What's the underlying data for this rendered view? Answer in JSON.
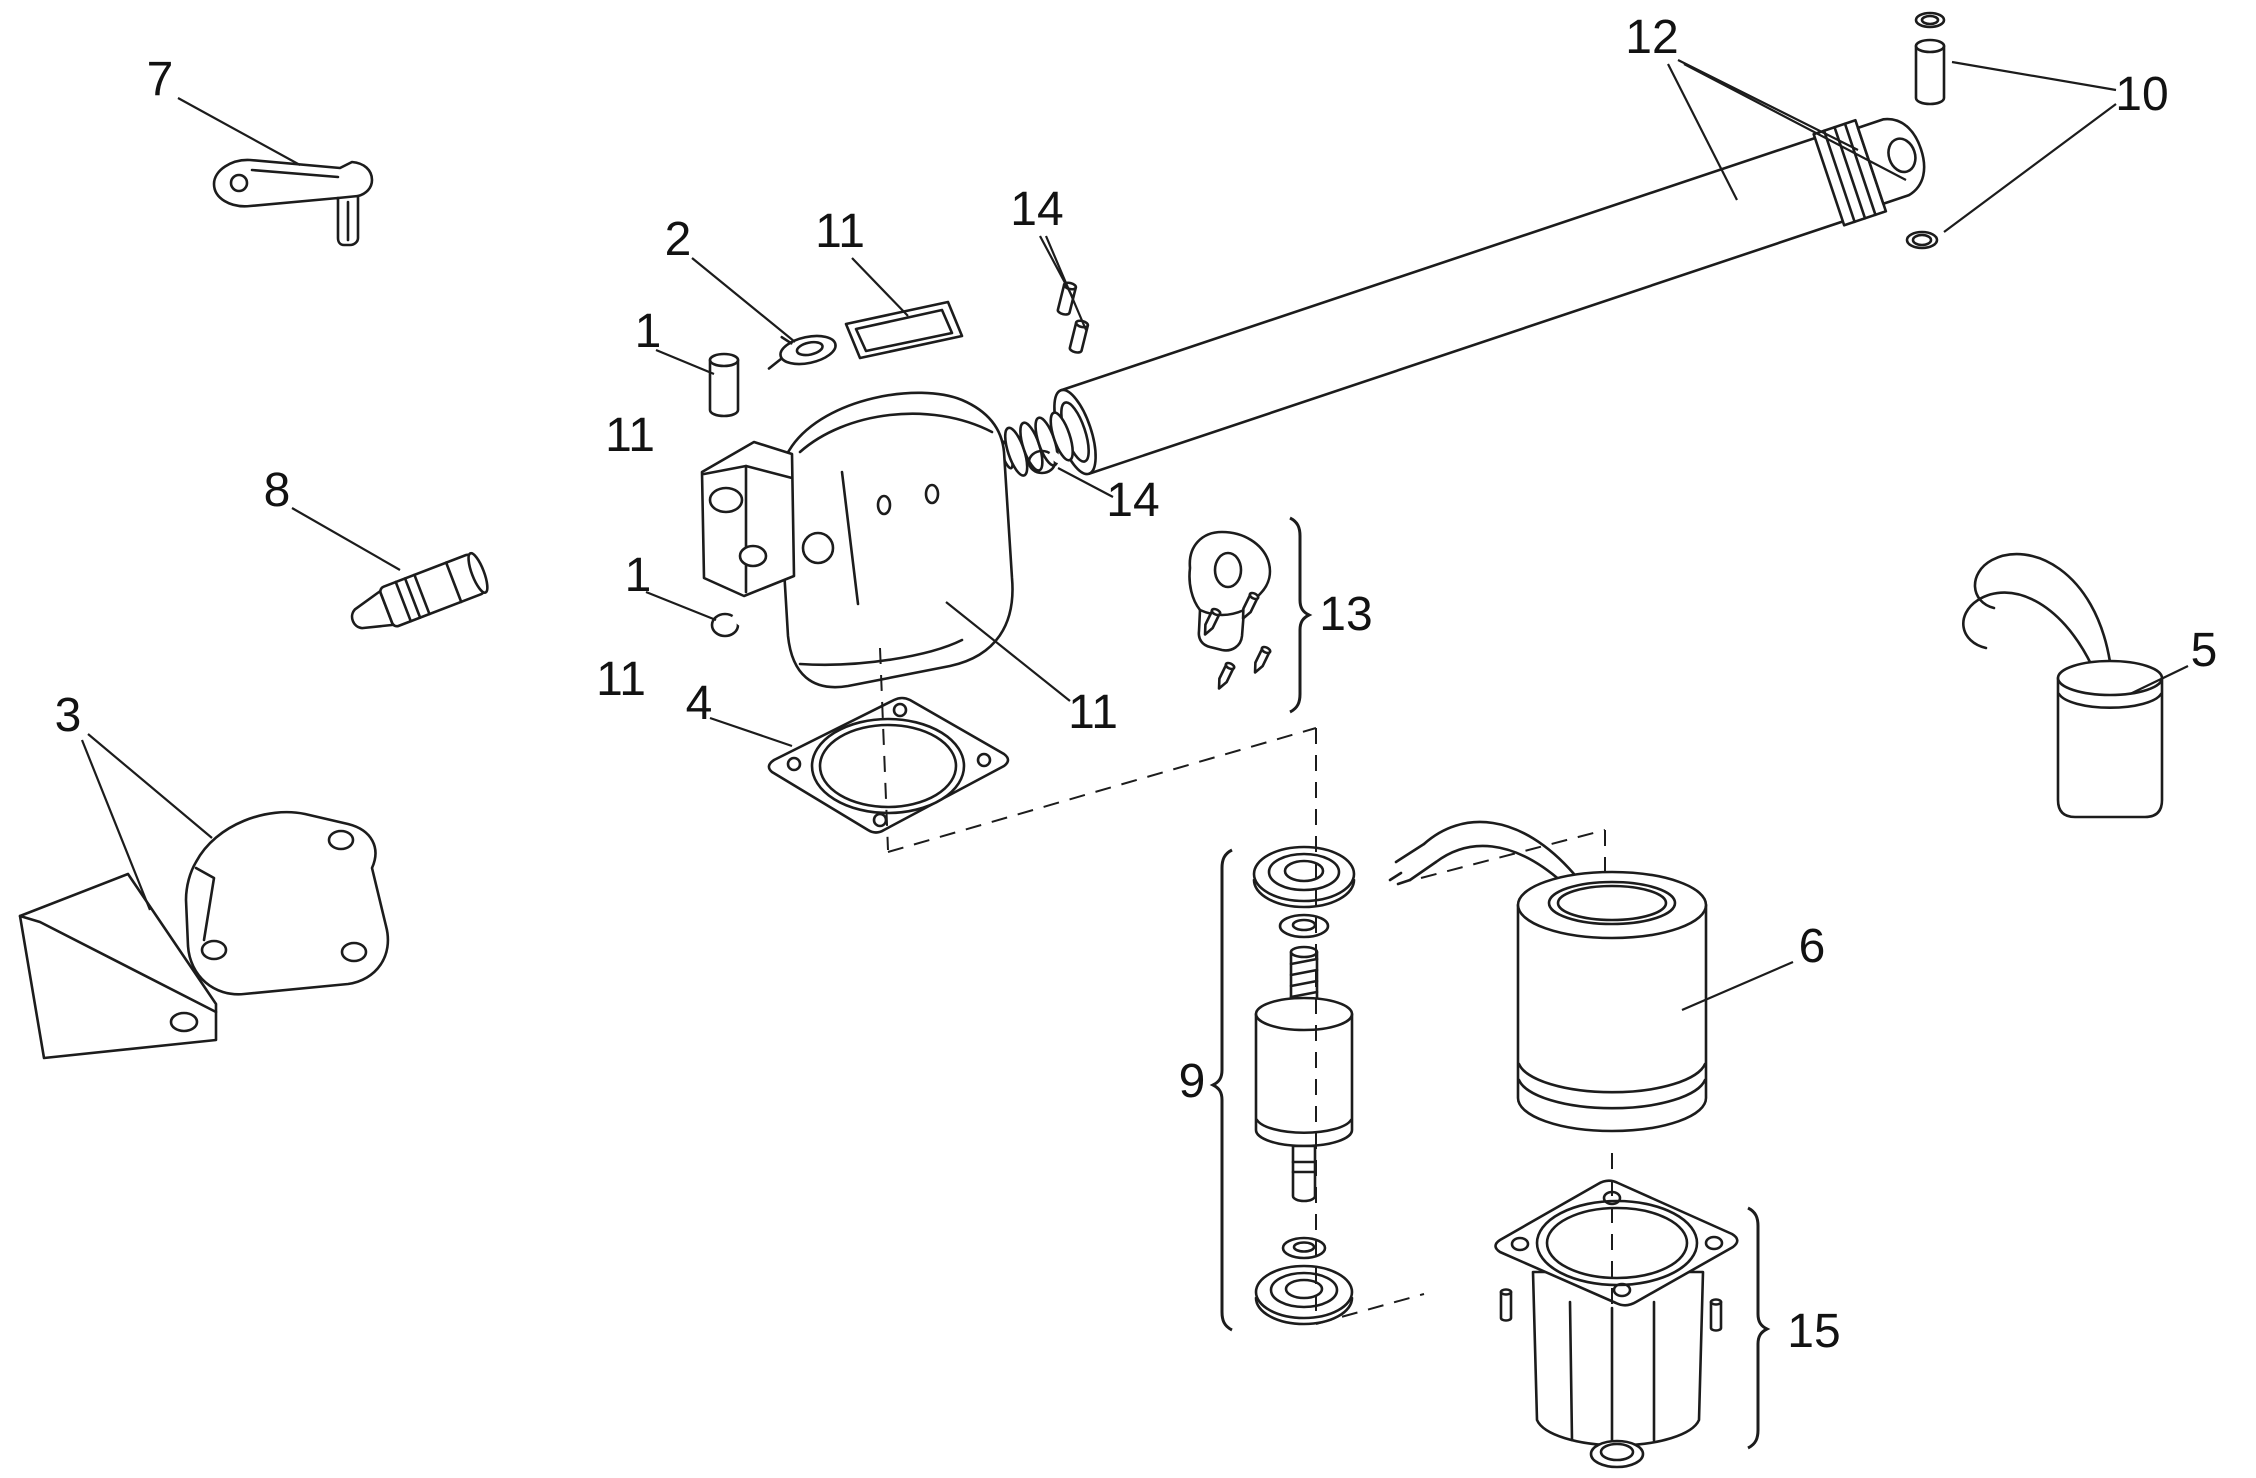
{
  "diagram": {
    "kind": "exploded-parts-diagram",
    "background": "#ffffff",
    "line_color": "#1c1c1c",
    "callouts": [
      {
        "label": "7"
      },
      {
        "label": "2"
      },
      {
        "label": "11"
      },
      {
        "label": "14"
      },
      {
        "label": "12"
      },
      {
        "label": "10"
      },
      {
        "label": "1"
      },
      {
        "label": "11"
      },
      {
        "label": "8"
      },
      {
        "label": "14"
      },
      {
        "label": "1"
      },
      {
        "label": "11"
      },
      {
        "label": "11"
      },
      {
        "label": "4"
      },
      {
        "label": "13"
      },
      {
        "label": "3"
      },
      {
        "label": "5"
      },
      {
        "label": "9"
      },
      {
        "label": "6"
      },
      {
        "label": "15"
      }
    ]
  }
}
